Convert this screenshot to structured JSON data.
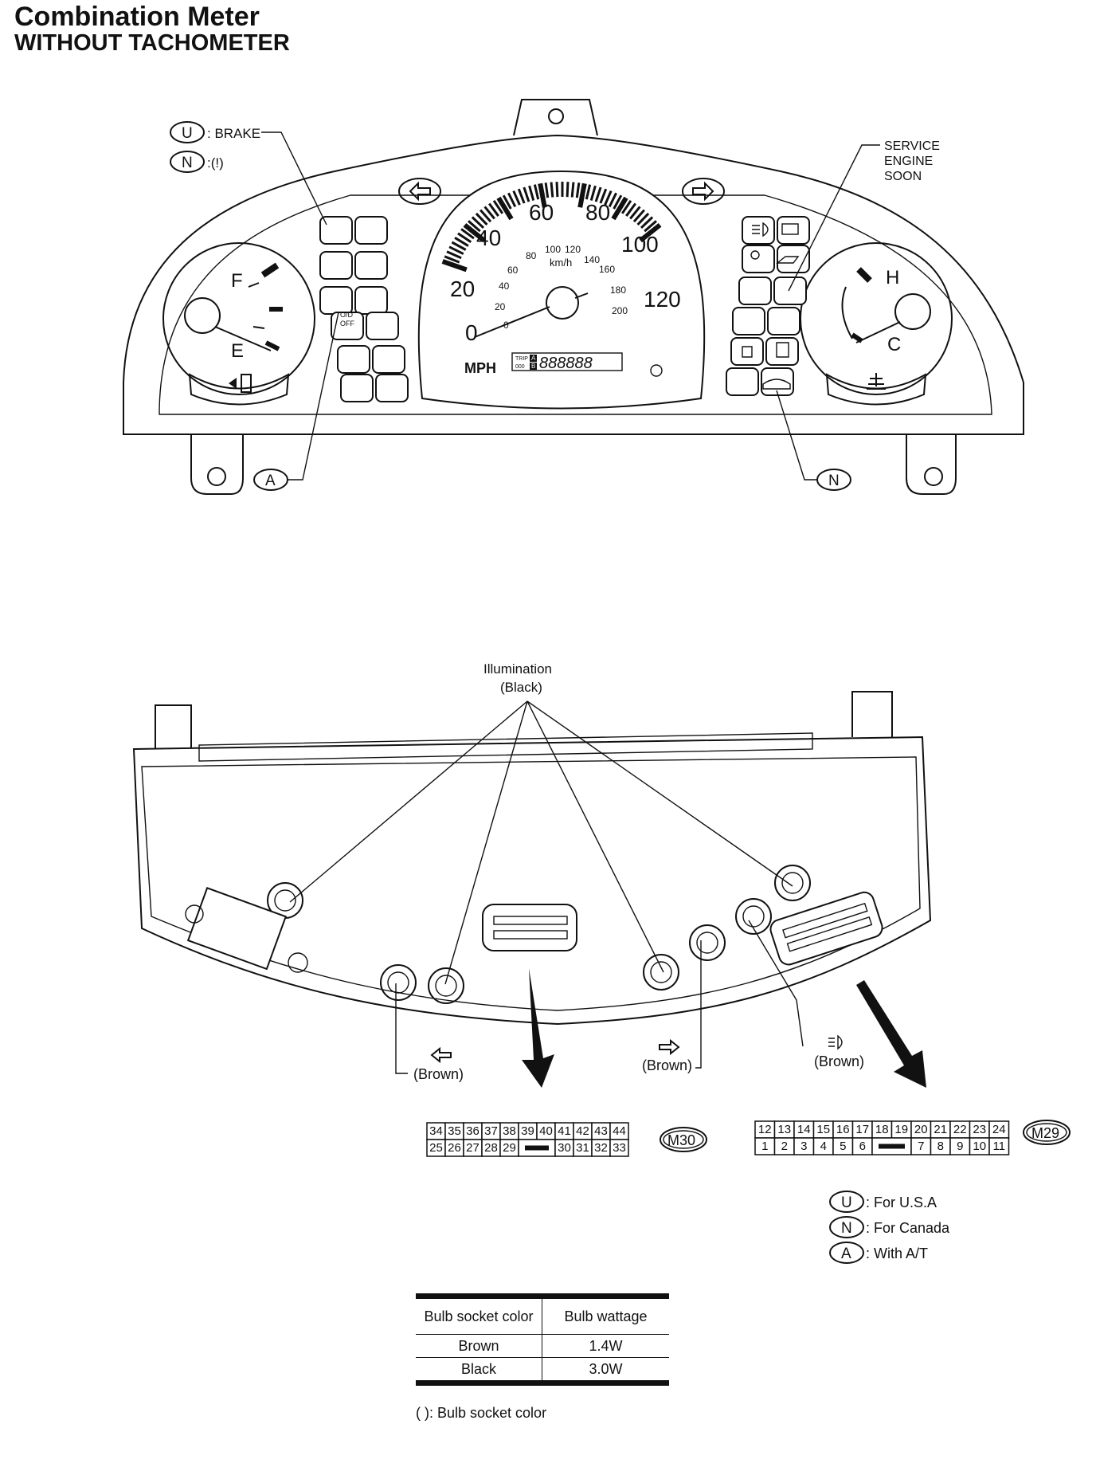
{
  "header": {
    "title": "Combination Meter",
    "subtitle": "WITHOUT TACHOMETER"
  },
  "front_view": {
    "callouts": {
      "u_brake": {
        "symbol": "U",
        "text": ": BRAKE"
      },
      "n_warning": {
        "symbol": "N",
        "text": ":(!)"
      },
      "service_engine_soon": [
        "SERVICE",
        "ENGINE",
        "SOON"
      ],
      "a_bottom": "A",
      "n_bottom": "N"
    },
    "fuel_gauge": {
      "full": "F",
      "empty": "E"
    },
    "temp_gauge": {
      "hot": "H",
      "cold": "C"
    },
    "speedometer": {
      "mph_labels": [
        "0",
        "20",
        "40",
        "60",
        "80",
        "100",
        "120"
      ],
      "kmh_labels": [
        "0",
        "20",
        "40",
        "60",
        "80",
        "100",
        "120",
        "140",
        "160",
        "180",
        "200"
      ],
      "kmh_unit": "km/h",
      "mph_unit": "MPH",
      "odometer": "888888",
      "trip_label": "TRIP",
      "trip_sub": "000",
      "trip_a": "A",
      "trip_b": "B",
      "od_off": [
        "O/D",
        "OFF"
      ]
    }
  },
  "rear_view": {
    "illumination_label": [
      "Illumination",
      "(Black)"
    ],
    "socket_labels": {
      "left_turn": "(Brown)",
      "right_turn": "(Brown)",
      "high_beam": "(Brown)"
    }
  },
  "connectors": {
    "m30": {
      "id": "M30",
      "top_row": [
        "34",
        "35",
        "36",
        "37",
        "38",
        "39",
        "40",
        "41",
        "42",
        "43",
        "44"
      ],
      "bottom_row": [
        "25",
        "26",
        "27",
        "28",
        "29",
        "",
        "30",
        "31",
        "32",
        "33"
      ]
    },
    "m29": {
      "id": "M29",
      "top_row": [
        "12",
        "13",
        "14",
        "15",
        "16",
        "17",
        "18",
        "19",
        "20",
        "21",
        "22",
        "23",
        "24"
      ],
      "bottom_row": [
        "1",
        "2",
        "3",
        "4",
        "5",
        "6",
        "",
        "7",
        "8",
        "9",
        "10",
        "11"
      ]
    }
  },
  "legend": [
    {
      "symbol": "U",
      "text": ": For U.S.A"
    },
    {
      "symbol": "N",
      "text": ": For Canada"
    },
    {
      "symbol": "A",
      "text": ": With A/T"
    }
  ],
  "bulb_table": {
    "headers": [
      "Bulb socket color",
      "Bulb wattage"
    ],
    "rows": [
      [
        "Brown",
        "1.4W"
      ],
      [
        "Black",
        "3.0W"
      ]
    ]
  },
  "footnote": "(   ):  Bulb socket color"
}
